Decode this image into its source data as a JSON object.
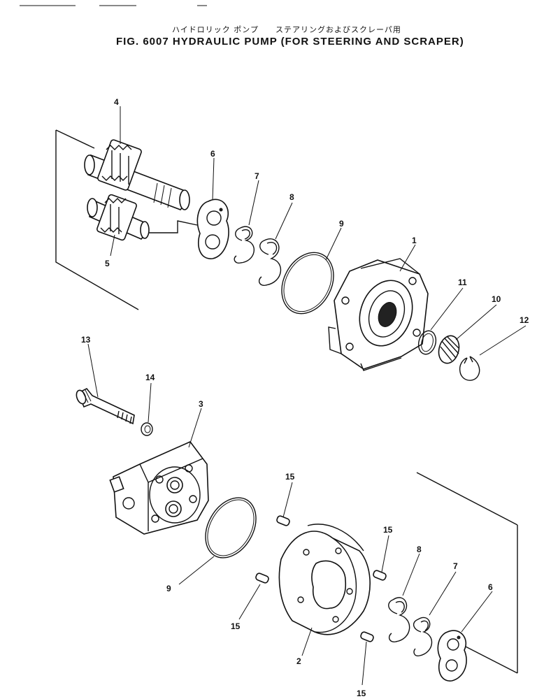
{
  "header": {
    "title_jp": "ハイドロリック ポンプ　　ステアリングおよびスクレーパ用",
    "title_en": "FIG. 6007  HYDRAULIC PUMP (FOR STEERING AND SCRAPER)"
  },
  "callouts": {
    "c1": "1",
    "c2": "2",
    "c3": "3",
    "c4": "4",
    "c5": "5",
    "c6a": "6",
    "c6b": "6",
    "c7a": "7",
    "c7b": "7",
    "c8a": "8",
    "c8b": "8",
    "c9a": "9",
    "c9b": "9",
    "c10": "10",
    "c11": "11",
    "c12": "12",
    "c13": "13",
    "c14": "14",
    "c15a": "15",
    "c15b": "15",
    "c15c": "15",
    "c15d": "15"
  }
}
